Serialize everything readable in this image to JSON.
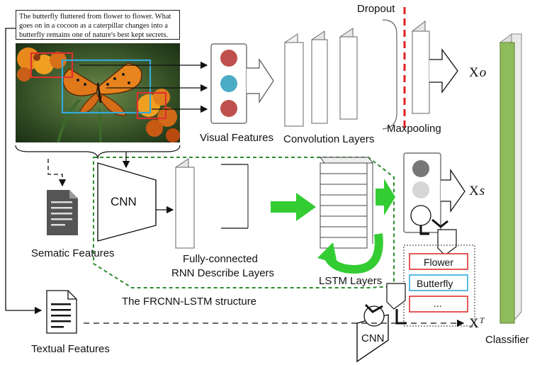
{
  "caption_text": "The butterfly fluttered from flower to flower. What goes on in a cocoon as a caterpillar changes into a butterfly remains one of nature's best kept secrets.",
  "labels": {
    "dropout": "Dropout",
    "visual_features": "Visual Features",
    "convolution_layers": "Convolution Layers",
    "maxpooling": "Maxpooling",
    "xo_main": "X",
    "xo_sub": "o",
    "xs_main": "X",
    "xs_sub": "s",
    "xt_main": "X",
    "xt_sub": "T",
    "cnn_top": "CNN",
    "cnn_bottom": "CNN",
    "semantic_features": "Sematic Features",
    "fc_line1": "Fully-connected",
    "fc_line2": "RNN Describe Layers",
    "lstm_layers": "LSTM Layers",
    "frcnn_structure": "The FRCNN-LSTM structure",
    "textual_features": "Textual Features",
    "classifier": "Classifier",
    "word_flower": "Flower",
    "word_butterfly": "Butterfly",
    "word_more": "..."
  },
  "colors": {
    "red_dot": "#c0504d",
    "teal_dot": "#4bacc6",
    "green_arrow": "#33cc33",
    "dashed_green": "#2e8b2e",
    "dropout_red": "#e02020",
    "classifier_green": "#8fbc5a",
    "box_red": "#e03030",
    "box_blue": "#33aadd"
  }
}
